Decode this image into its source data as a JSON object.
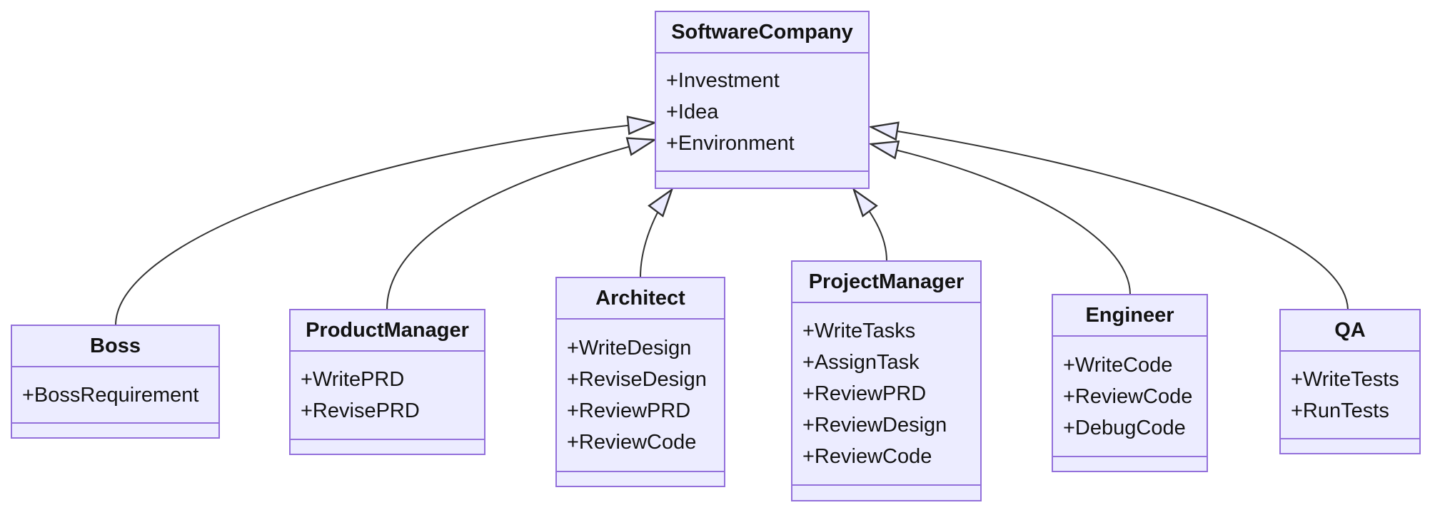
{
  "diagram": {
    "kind": "uml-class-diagram",
    "colors": {
      "class_fill": "#ECECFF",
      "class_border": "#9370DB",
      "edge_color": "#333333",
      "text_color": "#131313",
      "background": "#FFFFFF"
    },
    "classes": [
      {
        "name": "SoftwareCompany",
        "members": [
          "+Investment",
          "+Idea",
          "+Environment"
        ]
      },
      {
        "name": "Boss",
        "members": [
          "+BossRequirement"
        ]
      },
      {
        "name": "ProductManager",
        "members": [
          "+WritePRD",
          "+RevisePRD"
        ]
      },
      {
        "name": "Architect",
        "members": [
          "+WriteDesign",
          "+ReviseDesign",
          "+ReviewPRD",
          "+ReviewCode"
        ]
      },
      {
        "name": "ProjectManager",
        "members": [
          "+WriteTasks",
          "+AssignTask",
          "+ReviewPRD",
          "+ReviewDesign",
          "+ReviewCode"
        ]
      },
      {
        "name": "Engineer",
        "members": [
          "+WriteCode",
          "+ReviewCode",
          "+DebugCode"
        ]
      },
      {
        "name": "QA",
        "members": [
          "+WriteTests",
          "+RunTests"
        ]
      }
    ],
    "relations": [
      {
        "from": "Boss",
        "to": "SoftwareCompany",
        "type": "inheritance"
      },
      {
        "from": "ProductManager",
        "to": "SoftwareCompany",
        "type": "inheritance"
      },
      {
        "from": "Architect",
        "to": "SoftwareCompany",
        "type": "inheritance"
      },
      {
        "from": "ProjectManager",
        "to": "SoftwareCompany",
        "type": "inheritance"
      },
      {
        "from": "Engineer",
        "to": "SoftwareCompany",
        "type": "inheritance"
      },
      {
        "from": "QA",
        "to": "SoftwareCompany",
        "type": "inheritance"
      }
    ]
  }
}
